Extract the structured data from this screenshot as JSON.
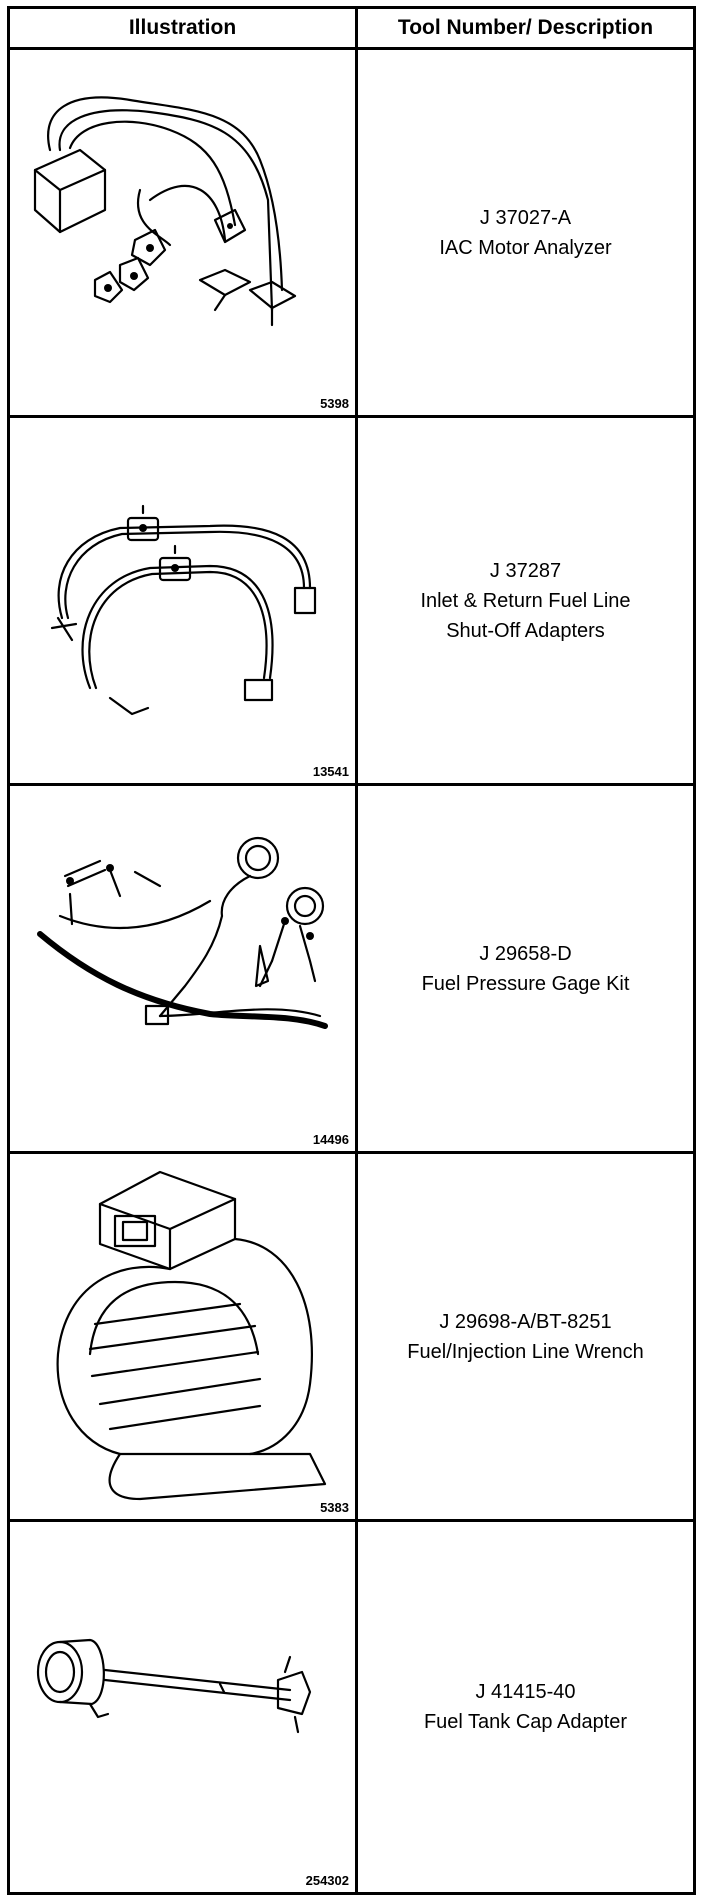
{
  "table": {
    "headers": {
      "illustration": "Illustration",
      "tool": "Tool Number/ Description"
    },
    "rows": [
      {
        "figure": "5398",
        "number": "J 37027-A",
        "description": "IAC Motor Analyzer",
        "illustration_icon": "iac-motor-analyzer-icon"
      },
      {
        "figure": "13541",
        "number": "J 37287",
        "description": "Inlet & Return Fuel Line Shut-Off Adapters",
        "illustration_icon": "fuel-line-adapters-icon"
      },
      {
        "figure": "14496",
        "number": "J 29658-D",
        "description": "Fuel Pressure Gage Kit",
        "illustration_icon": "fuel-pressure-gage-kit-icon"
      },
      {
        "figure": "5383",
        "number": "J 29698-A/BT-8251",
        "description": "Fuel/Injection Line Wrench",
        "illustration_icon": "line-wrench-icon"
      },
      {
        "figure": "254302",
        "number": "J 41415-40",
        "description": "Fuel Tank Cap Adapter",
        "illustration_icon": "fuel-tank-cap-adapter-icon"
      }
    ]
  }
}
